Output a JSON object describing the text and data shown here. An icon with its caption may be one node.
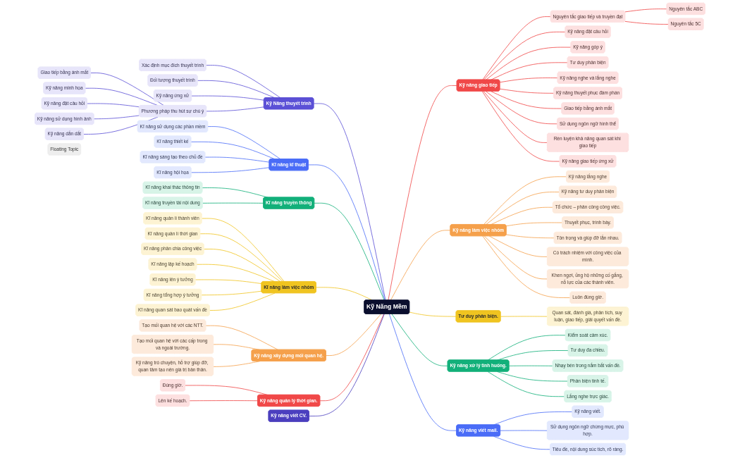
{
  "diagram": {
    "nodes": [
      {
        "text": [
          "Kỹ Năng Mềm"
        ]
      },
      {
        "text": [
          "Kỹ Năng thuyết trình"
        ]
      },
      {
        "text": [
          "Xác định mục đích thuyết trình"
        ]
      },
      {
        "text": [
          "Đối tượng thuyết trình"
        ]
      },
      {
        "text": [
          "Kỹ năng ứng xử"
        ]
      },
      {
        "text": [
          "Phương pháp thu hút sự chú ý"
        ]
      },
      {
        "text": [
          "Giao tiếp bằng ánh mắt"
        ]
      },
      {
        "text": [
          "Kỹ năng minh họa"
        ]
      },
      {
        "text": [
          "Kỹ năng đặt câu hỏi"
        ]
      },
      {
        "text": [
          "Kỹ năng sử dụng hình ảnh"
        ]
      },
      {
        "text": [
          "Kỹ năng dẫn dắt"
        ]
      },
      {
        "text": [
          "Kĩ năng kĩ thuật"
        ]
      },
      {
        "text": [
          "Kĩ năng sử dụng các phần mềm"
        ]
      },
      {
        "text": [
          "Kĩ năng thiết kế"
        ]
      },
      {
        "text": [
          "Kĩ năng sáng tạo theo chủ đề"
        ]
      },
      {
        "text": [
          "Kĩ năng hội họa"
        ]
      },
      {
        "text": [
          "Kĩ năng truyền thông"
        ]
      },
      {
        "text": [
          "Kĩ năng khai thác thông tin"
        ]
      },
      {
        "text": [
          "Kĩ năng truyền tải nội dung"
        ]
      },
      {
        "text": [
          "Kĩ năng làm việc nhóm"
        ]
      },
      {
        "text": [
          "Kĩ năng quản lí thành viên"
        ]
      },
      {
        "text": [
          "Kĩ năng quản lí thời gian"
        ]
      },
      {
        "text": [
          "Kĩ năng phân chia công việc"
        ]
      },
      {
        "text": [
          "Kĩ năng lập kế hoạch"
        ]
      },
      {
        "text": [
          "Kĩ năng lên ý tưởng"
        ]
      },
      {
        "text": [
          "Kĩ năng tổng hợp ý tưởng"
        ]
      },
      {
        "text": [
          "Kĩ năng quan sát bao quát vấn đề"
        ]
      },
      {
        "text": [
          "Kỹ năng xây dựng mối quan hệ."
        ]
      },
      {
        "text": [
          "Tạo mối quan hệ với các NTT."
        ]
      },
      {
        "text": [
          "Tạo mối quan hệ với các cấp trong và ngoài trường."
        ]
      },
      {
        "text": [
          "Kỹ năng trò chuyện, hỗ trợ giúp đỡ, quan tâm tạo nên giá trị bản thân."
        ]
      },
      {
        "text": [
          "Kỹ năng quản lý thời gian."
        ]
      },
      {
        "text": [
          "Đúng giờ."
        ]
      },
      {
        "text": [
          "Lên kế hoạch."
        ]
      },
      {
        "text": [
          "Kỹ năng viết CV."
        ]
      },
      {
        "text": [
          "Kỹ năng giao tiếp"
        ]
      },
      {
        "text": [
          "Nguyên tắc giao tiếp và truyền đạt"
        ]
      },
      {
        "text": [
          "Nguyên tắc ABC"
        ]
      },
      {
        "text": [
          "Nguyên tắc 5C"
        ]
      },
      {
        "text": [
          "Kỹ năng đặt câu hỏi"
        ]
      },
      {
        "text": [
          "Kỹ năng góp ý"
        ]
      },
      {
        "text": [
          "Tư duy phản biện"
        ]
      },
      {
        "text": [
          "Kỹ năng nghe và lắng nghe"
        ]
      },
      {
        "text": [
          "Kỹ năng thuyết phục đàm phán"
        ]
      },
      {
        "text": [
          "Giao tiếp bằng ánh mắt"
        ]
      },
      {
        "text": [
          "Sử dụng ngôn ngữ hình thể"
        ]
      },
      {
        "text": [
          "Rèn luyện khả năng quan sát khi giao tiếp"
        ]
      },
      {
        "text": [
          "Kỹ năng giao tiếp ứng xử"
        ]
      },
      {
        "text": [
          "Kỹ năng làm việc nhóm"
        ]
      },
      {
        "text": [
          "Kỹ năng lắng nghe"
        ]
      },
      {
        "text": [
          "Kỹ năng tư duy phản biện"
        ]
      },
      {
        "text": [
          "Tổ chức – phân công công việc."
        ]
      },
      {
        "text": [
          "Thuyết phục, trình bày."
        ]
      },
      {
        "text": [
          "Tôn trọng và giúp đỡ lẫn nhau."
        ]
      },
      {
        "text": [
          "Có trách nhiệm với công việc của mình."
        ]
      },
      {
        "text": [
          "Khen ngợi, ủng hộ những cố gắng, nỗ lực của các thành viên."
        ]
      },
      {
        "text": [
          "Luôn đúng giờ."
        ]
      },
      {
        "text": [
          "Tư duy phản biện."
        ]
      },
      {
        "text": [
          "Quan sát, đánh giá, phân tích, suy luận, giao tiếp, giải quyết vấn đề."
        ]
      },
      {
        "text": [
          "Kỹ năng xử lý tình huống."
        ]
      },
      {
        "text": [
          "Kiểm soát cảm xúc."
        ]
      },
      {
        "text": [
          "Tư duy đa chiều."
        ]
      },
      {
        "text": [
          "Nhạy bén trong nắm bắt vấn đề."
        ]
      },
      {
        "text": [
          "Phản biện tinh tế."
        ]
      },
      {
        "text": [
          "Lắng nghe trực giác."
        ]
      },
      {
        "text": [
          "Kỹ năng viết mail."
        ]
      },
      {
        "text": [
          "Kỹ năng viết."
        ]
      },
      {
        "text": [
          "Sử dụng ngôn ngữ chừng mực, phù hợp."
        ]
      },
      {
        "text": [
          "Tiêu đề, nội dung súc tích, rõ ràng."
        ]
      },
      {
        "text": [
          "Floating Topic"
        ]
      }
    ],
    "edges": [
      {
        "from": 1,
        "to": 0,
        "arrow": "none",
        "color": "#5b50d6"
      },
      {
        "from": 2,
        "to": 1,
        "arrow": "none",
        "color": "#5b50d6"
      },
      {
        "from": 3,
        "to": 1,
        "arrow": "none",
        "color": "#5b50d6"
      },
      {
        "from": 4,
        "to": 1,
        "arrow": "none",
        "color": "#5b50d6"
      },
      {
        "from": 5,
        "to": 1,
        "arrow": "none",
        "color": "#5b50d6"
      },
      {
        "from": 6,
        "to": 5,
        "arrow": "none",
        "color": "#5b50d6"
      },
      {
        "from": 7,
        "to": 5,
        "arrow": "none",
        "color": "#5b50d6"
      },
      {
        "from": 8,
        "to": 5,
        "arrow": "none",
        "color": "#5b50d6"
      },
      {
        "from": 9,
        "to": 5,
        "arrow": "none",
        "color": "#5b50d6"
      },
      {
        "from": 10,
        "to": 5,
        "arrow": "none",
        "color": "#5b50d6"
      },
      {
        "from": 11,
        "to": 0,
        "arrow": "none",
        "color": "#4a6cf7"
      },
      {
        "from": 12,
        "to": 11,
        "arrow": "none",
        "color": "#4a6cf7"
      },
      {
        "from": 13,
        "to": 11,
        "arrow": "none",
        "color": "#4a6cf7"
      },
      {
        "from": 14,
        "to": 11,
        "arrow": "none",
        "color": "#4a6cf7"
      },
      {
        "from": 15,
        "to": 11,
        "arrow": "none",
        "color": "#4a6cf7"
      },
      {
        "from": 16,
        "to": 0,
        "arrow": "none",
        "color": "#12b07a"
      },
      {
        "from": 17,
        "to": 16,
        "arrow": "none",
        "color": "#12b07a"
      },
      {
        "from": 18,
        "to": 16,
        "arrow": "none",
        "color": "#12b07a"
      },
      {
        "from": 19,
        "to": 0,
        "arrow": "none",
        "color": "#f0c420"
      },
      {
        "from": 20,
        "to": 19,
        "arrow": "none",
        "color": "#f0c420"
      },
      {
        "from": 21,
        "to": 19,
        "arrow": "none",
        "color": "#f0c420"
      },
      {
        "from": 22,
        "to": 19,
        "arrow": "none",
        "color": "#f0c420"
      },
      {
        "from": 23,
        "to": 19,
        "arrow": "none",
        "color": "#f0c420"
      },
      {
        "from": 24,
        "to": 19,
        "arrow": "none",
        "color": "#f0c420"
      },
      {
        "from": 25,
        "to": 19,
        "arrow": "none",
        "color": "#f0c420"
      },
      {
        "from": 26,
        "to": 19,
        "arrow": "none",
        "color": "#f0c420"
      },
      {
        "from": 27,
        "to": 0,
        "arrow": "none",
        "color": "#f5a04b"
      },
      {
        "from": 28,
        "to": 27,
        "arrow": "none",
        "color": "#f5a04b"
      },
      {
        "from": 29,
        "to": 27,
        "arrow": "none",
        "color": "#f5a04b"
      },
      {
        "from": 30,
        "to": 27,
        "arrow": "none",
        "color": "#f5a04b"
      },
      {
        "from": 31,
        "to": 0,
        "arrow": "none",
        "color": "#f04848"
      },
      {
        "from": 32,
        "to": 31,
        "arrow": "none",
        "color": "#f04848"
      },
      {
        "from": 33,
        "to": 31,
        "arrow": "none",
        "color": "#f04848"
      },
      {
        "from": 34,
        "to": 0,
        "arrow": "none",
        "color": "#4b3fbf"
      },
      {
        "from": 0,
        "to": 35,
        "arrow": "none",
        "color": "#f04848"
      },
      {
        "from": 35,
        "to": 36,
        "arrow": "none",
        "color": "#f04848"
      },
      {
        "from": 36,
        "to": 37,
        "arrow": "none",
        "color": "#f04848"
      },
      {
        "from": 36,
        "to": 38,
        "arrow": "none",
        "color": "#f04848"
      },
      {
        "from": 35,
        "to": 39,
        "arrow": "none",
        "color": "#f04848"
      },
      {
        "from": 35,
        "to": 40,
        "arrow": "none",
        "color": "#f04848"
      },
      {
        "from": 35,
        "to": 41,
        "arrow": "none",
        "color": "#f04848"
      },
      {
        "from": 35,
        "to": 42,
        "arrow": "none",
        "color": "#f04848"
      },
      {
        "from": 35,
        "to": 43,
        "arrow": "none",
        "color": "#f04848"
      },
      {
        "from": 35,
        "to": 44,
        "arrow": "none",
        "color": "#f04848"
      },
      {
        "from": 35,
        "to": 45,
        "arrow": "none",
        "color": "#f04848"
      },
      {
        "from": 35,
        "to": 46,
        "arrow": "none",
        "color": "#f04848"
      },
      {
        "from": 35,
        "to": 47,
        "arrow": "none",
        "color": "#f04848"
      },
      {
        "from": 0,
        "to": 48,
        "arrow": "none",
        "color": "#f5a04b"
      },
      {
        "from": 48,
        "to": 49,
        "arrow": "none",
        "color": "#f5a04b"
      },
      {
        "from": 48,
        "to": 50,
        "arrow": "none",
        "color": "#f5a04b"
      },
      {
        "from": 48,
        "to": 51,
        "arrow": "none",
        "color": "#f5a04b"
      },
      {
        "from": 48,
        "to": 52,
        "arrow": "none",
        "color": "#f5a04b"
      },
      {
        "from": 48,
        "to": 53,
        "arrow": "none",
        "color": "#f5a04b"
      },
      {
        "from": 48,
        "to": 54,
        "arrow": "none",
        "color": "#f5a04b"
      },
      {
        "from": 48,
        "to": 55,
        "arrow": "none",
        "color": "#f5a04b"
      },
      {
        "from": 48,
        "to": 56,
        "arrow": "none",
        "color": "#f5a04b"
      },
      {
        "from": 0,
        "to": 57,
        "arrow": "none",
        "color": "#f0c420"
      },
      {
        "from": 57,
        "to": 58,
        "arrow": "none",
        "color": "#f0c420"
      },
      {
        "from": 0,
        "to": 59,
        "arrow": "none",
        "color": "#12b07a"
      },
      {
        "from": 59,
        "to": 60,
        "arrow": "none",
        "color": "#12b07a"
      },
      {
        "from": 59,
        "to": 61,
        "arrow": "none",
        "color": "#12b07a"
      },
      {
        "from": 59,
        "to": 62,
        "arrow": "none",
        "color": "#12b07a"
      },
      {
        "from": 59,
        "to": 63,
        "arrow": "none",
        "color": "#12b07a"
      },
      {
        "from": 59,
        "to": 64,
        "arrow": "none",
        "color": "#12b07a"
      },
      {
        "from": 0,
        "to": 65,
        "arrow": "none",
        "color": "#4a6cf7"
      },
      {
        "from": 65,
        "to": 66,
        "arrow": "none",
        "color": "#4a6cf7"
      },
      {
        "from": 65,
        "to": 67,
        "arrow": "none",
        "color": "#4a6cf7"
      },
      {
        "from": 65,
        "to": 68,
        "arrow": "none",
        "color": "#4a6cf7"
      }
    ]
  }
}
